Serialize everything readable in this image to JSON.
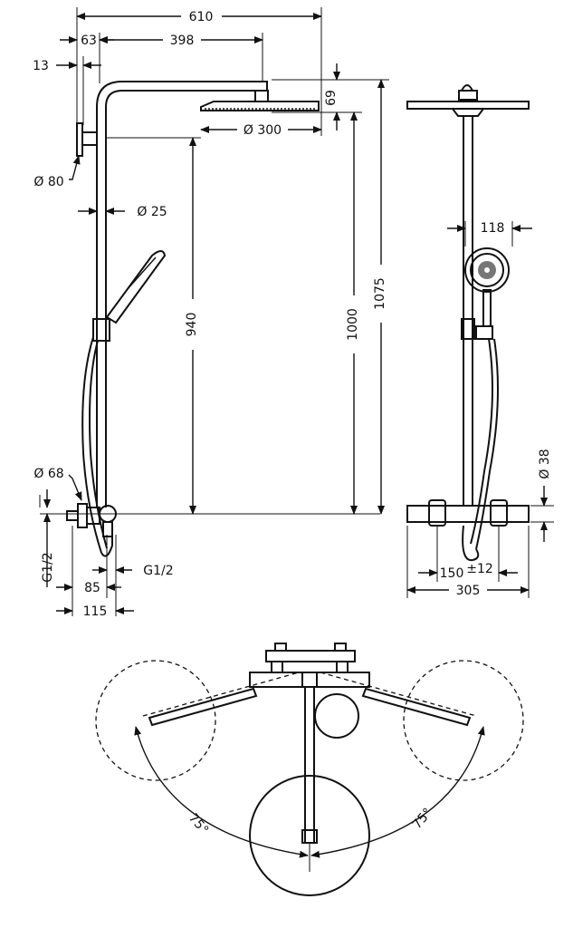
{
  "colors": {
    "line": "#111111",
    "background": "#ffffff"
  },
  "side_view": {
    "dims": {
      "total_width": "610",
      "arm_offset": "63",
      "arm_length": "398",
      "mount_offset": "13",
      "head_height": "69",
      "head_diameter": "Ø 300",
      "escutcheon_diameter": "Ø 80",
      "pipe_diameter": "Ø 25",
      "head_to_outlet": "940",
      "arm_to_outlet": "1000",
      "total_height": "1075",
      "cap_diameter": "Ø 68",
      "thread_left": "G1/2",
      "thread_right": "G1/2",
      "depth_85": "85",
      "depth_115": "115"
    }
  },
  "front_view": {
    "dims": {
      "handshower_diameter": "118",
      "thermostat_height": "Ø 38",
      "spacing": "150",
      "spacing_tolerance": "±12",
      "overall_width": "305"
    }
  },
  "top_view": {
    "angles": {
      "left": "75°",
      "right": "75°"
    }
  }
}
